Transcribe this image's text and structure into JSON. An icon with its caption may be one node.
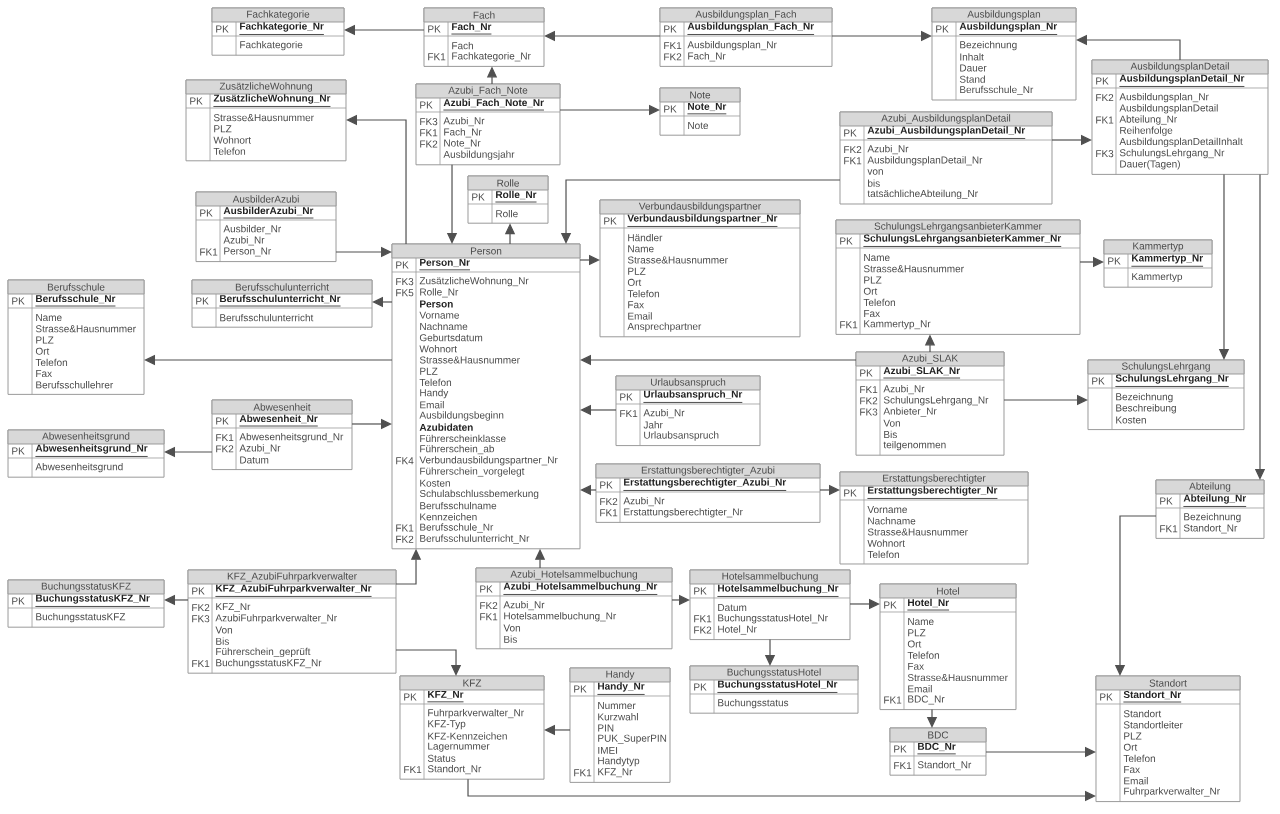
{
  "diagram": {
    "nodes": [
      {
        "text": [
          "Fachkategorie",
          "PK",
          "Fachkategorie_Nr",
          "Fachkategorie"
        ]
      },
      {
        "text": [
          "Fach",
          "PK",
          "Fach_Nr",
          "Fach",
          "FK1",
          "Fachkategorie_Nr"
        ]
      },
      {
        "text": [
          "Ausbildungsplan_Fach",
          "PK",
          "Ausbildungsplan_Fach_Nr",
          "FK1",
          "Ausbildungsplan_Nr",
          "FK2",
          "Fach_Nr"
        ]
      },
      {
        "text": [
          "Ausbildungsplan",
          "PK",
          "Ausbildungsplan_Nr",
          "Bezeichnung",
          "Inhalt",
          "Dauer",
          "Stand",
          "Berufsschule_Nr"
        ]
      },
      {
        "text": [
          "Azubi_Fach_Note",
          "PK",
          "Azubi_Fach_Note_Nr",
          "FK3",
          "Azubi_Nr",
          "FK1",
          "Fach_Nr",
          "FK2",
          "Note_Nr",
          "Ausbildungsjahr"
        ]
      },
      {
        "text": [
          "Note",
          "PK",
          "Note_Nr",
          "Note"
        ]
      },
      {
        "text": [
          "Azubi_AusbildungsplanDetail",
          "PK",
          "Azubi_AusbildungsplanDetail_Nr",
          "FK2",
          "Azubi_Nr",
          "FK1",
          "AusbildungsplanDetail_Nr",
          "von",
          "bis",
          "tatsächlicheAbteilung_Nr"
        ]
      },
      {
        "text": [
          "AusbildungsplanDetail",
          "PK",
          "AusbildungsplanDetail_Nr",
          "FK2",
          "Ausbildungsplan_Nr",
          "AusbildungsplanDetail",
          "FK1",
          "Abteilung_Nr",
          "Reihenfolge",
          "AusbildungsplanDetailInhalt",
          "FK3",
          "SchulungsLehrgang_Nr",
          "Dauer(Tagen)"
        ]
      },
      {
        "text": [
          "ZusätzlicheWohnung",
          "PK",
          "ZusätzlicheWohnung_Nr",
          "Strasse&Hausnummer",
          "PLZ",
          "Wohnort",
          "Telefon"
        ]
      },
      {
        "text": [
          "Rolle",
          "PK",
          "Rolle_Nr",
          "Rolle"
        ]
      },
      {
        "text": [
          "SchulungsLehrgangsanbieterKammer",
          "PK",
          "SchulungsLehrgangsanbieterKammer_Nr",
          "Name",
          "Strasse&Hausnummer",
          "PLZ",
          "Ort",
          "Telefon",
          "Fax",
          "FK1",
          "Kammertyp_Nr"
        ]
      },
      {
        "text": [
          "Kammertyp",
          "PK",
          "Kammertyp_Nr",
          "Kammertyp"
        ]
      },
      {
        "text": [
          "Verbundausbildungspartner",
          "PK",
          "Verbundausbildungspartner_Nr",
          "Händler",
          "Name",
          "Strasse&Hausnummer",
          "PLZ",
          "Ort",
          "Telefon",
          "Fax",
          "Email",
          "Ansprechpartner"
        ]
      },
      {
        "text": [
          "AusbilderAzubi",
          "PK",
          "AusbilderAzubi_Nr",
          "Ausbilder_Nr",
          "Azubi_Nr",
          "FK1",
          "Person_Nr"
        ]
      },
      {
        "text": [
          "Person",
          "PK",
          "Person_Nr",
          "FK3",
          "ZusätzlicheWohnung_Nr",
          "FK5",
          "Rolle_Nr",
          "Person",
          "Vorname",
          "Nachname",
          "Geburtsdatum",
          "Wohnort",
          "Strasse&Hausnummer",
          "PLZ",
          "Telefon",
          "Handy",
          "Email",
          "Ausbildungsbeginn",
          "Azubidaten",
          "Führerscheinklasse",
          "Führerschein_ab",
          "FK4",
          "Verbundausbildungspartner_Nr",
          "Führerschein_vorgelegt",
          "Kosten",
          "Schulabschlussbemerkung",
          "Berufsschulname",
          "Kennzeichen",
          "FK1",
          "Berufsschule_Nr",
          "FK2",
          "Berufsschulunterricht_Nr"
        ]
      },
      {
        "text": [
          "Azubi_SLAK",
          "PK",
          "Azubi_SLAK_Nr",
          "FK1",
          "Azubi_Nr",
          "FK2",
          "SchulungsLehrgang_Nr",
          "FK3",
          "Anbieter_Nr",
          "Von",
          "Bis",
          "teilgenommen"
        ]
      },
      {
        "text": [
          "Berufsschulunterricht",
          "PK",
          "Berufsschulunterricht_Nr",
          "Berufsschulunterricht"
        ]
      },
      {
        "text": [
          "SchulungsLehrgang",
          "PK",
          "SchulungsLehrgang_Nr",
          "Bezeichnung",
          "Beschreibung",
          "Kosten"
        ]
      },
      {
        "text": [
          "Berufsschule",
          "PK",
          "Berufsschule_Nr",
          "Name",
          "Strasse&Hausnummer",
          "PLZ",
          "Ort",
          "Telefon",
          "Fax",
          "Berufsschullehrer"
        ]
      },
      {
        "text": [
          "Urlaubsanspruch",
          "PK",
          "Urlaubsanspruch_Nr",
          "FK1",
          "Azubi_Nr",
          "Jahr",
          "Urlaubsanspruch"
        ]
      },
      {
        "text": [
          "Abteilung",
          "PK",
          "Abteilung_Nr",
          "Bezeichnung",
          "FK1",
          "Standort_Nr"
        ]
      },
      {
        "text": [
          "Erstattungsberechtigter",
          "PK",
          "Erstattungsberechtigter_Nr",
          "Vorname",
          "Nachname",
          "Strasse&Hausnummer",
          "Wohnort",
          "Telefon"
        ]
      },
      {
        "text": [
          "Abwesenheit",
          "PK",
          "Abwesenheit_Nr",
          "FK1",
          "Abwesenheitsgrund_Nr",
          "FK2",
          "Azubi_Nr",
          "Datum"
        ]
      },
      {
        "text": [
          "Erstattungsberechtigter_Azubi",
          "PK",
          "Erstattungsberechtigter_Azubi_Nr",
          "FK2",
          "Azubi_Nr",
          "FK1",
          "Erstattungsberechtigter_Nr"
        ]
      },
      {
        "text": [
          "Abwesenheitsgrund",
          "PK",
          "Abwesenheitsgrund_Nr",
          "Abwesenheitsgrund"
        ]
      },
      {
        "text": [
          "Hotel",
          "PK",
          "Hotel_Nr",
          "Name",
          "PLZ",
          "Ort",
          "Telefon",
          "Fax",
          "Strasse&Hausnummer",
          "Email",
          "FK1",
          "BDC_Nr"
        ]
      },
      {
        "text": [
          "KFZ_AzubiFuhrparkverwalter",
          "PK",
          "KFZ_AzubiFuhrparkverwalter_Nr",
          "FK2",
          "KFZ_Nr",
          "FK3",
          "AzubiFuhrparkverwalter_Nr",
          "Von",
          "Bis",
          "Führerschein_geprüft",
          "FK1",
          "BuchungsstatusKFZ_Nr"
        ]
      },
      {
        "text": [
          "Hotelsammelbuchung",
          "PK",
          "Hotelsammelbuchung_Nr",
          "Datum",
          "FK1",
          "BuchungsstatusHotel_Nr",
          "FK2",
          "Hotel_Nr"
        ]
      },
      {
        "text": [
          "Azubi_Hotelsammelbuchung",
          "PK",
          "Azubi_Hotelsammelbuchung_Nr",
          "FK2",
          "Azubi_Nr",
          "FK1",
          "Hotelsammelbuchung_Nr",
          "Von",
          "Bis"
        ]
      },
      {
        "text": [
          "BuchungsstatusKFZ",
          "PK",
          "BuchungsstatusKFZ_Nr",
          "BuchungsstatusKFZ"
        ]
      },
      {
        "text": [
          "BuchungsstatusHotel",
          "PK",
          "BuchungsstatusHotel_Nr",
          "Buchungsstatus"
        ]
      },
      {
        "text": [
          "KFZ",
          "PK",
          "KFZ_Nr",
          "Fuhrparkverwalter_Nr",
          "KFZ-Typ",
          "KFZ-Kennzeichen",
          "Lagernummer",
          "Status",
          "FK1",
          "Standort_Nr"
        ]
      },
      {
        "text": [
          "Handy",
          "PK",
          "Handy_Nr",
          "Nummer",
          "Kurzwahl",
          "PIN",
          "PUK_SuperPIN",
          "IMEI",
          "Handytyp",
          "FK1",
          "KFZ_Nr"
        ]
      },
      {
        "text": [
          "BDC",
          "PK",
          "BDC_Nr",
          "FK1",
          "Standort_Nr"
        ]
      },
      {
        "text": [
          "Standort",
          "PK",
          "Standort_Nr",
          "Standort",
          "Standortleiter",
          "PLZ",
          "Ort",
          "Telefon",
          "Fax",
          "Email",
          "Fuhrparkverwalter_Nr"
        ]
      }
    ],
    "edges": [
      {
        "from": 1,
        "to": 0,
        "arrow": "to"
      },
      {
        "from": 2,
        "to": 1,
        "arrow": "to"
      },
      {
        "from": 2,
        "to": 3,
        "arrow": "to"
      },
      {
        "from": 4,
        "to": 1,
        "arrow": "to"
      },
      {
        "from": 4,
        "to": 5,
        "arrow": "to"
      },
      {
        "from": 4,
        "to": 14,
        "arrow": "to"
      },
      {
        "from": 14,
        "to": 9,
        "arrow": "to"
      },
      {
        "from": 6,
        "to": 14,
        "arrow": "to"
      },
      {
        "from": 6,
        "to": 7,
        "arrow": "to"
      },
      {
        "from": 7,
        "to": 3,
        "arrow": "to"
      },
      {
        "from": 7,
        "to": 17,
        "arrow": "to"
      },
      {
        "from": 7,
        "to": 20,
        "arrow": "to"
      },
      {
        "from": 14,
        "to": 8,
        "arrow": "to"
      },
      {
        "from": 13,
        "to": 14,
        "arrow": "to"
      },
      {
        "from": 14,
        "to": 16,
        "arrow": "to"
      },
      {
        "from": 14,
        "to": 18,
        "arrow": "to"
      },
      {
        "from": 14,
        "to": 12,
        "arrow": "to"
      },
      {
        "from": 19,
        "to": 14,
        "arrow": "to"
      },
      {
        "from": 15,
        "to": 14,
        "arrow": "to"
      },
      {
        "from": 15,
        "to": 10,
        "arrow": "to"
      },
      {
        "from": 15,
        "to": 17,
        "arrow": "to"
      },
      {
        "from": 10,
        "to": 11,
        "arrow": "to"
      },
      {
        "from": 22,
        "to": 14,
        "arrow": "to"
      },
      {
        "from": 22,
        "to": 24,
        "arrow": "to"
      },
      {
        "from": 23,
        "to": 14,
        "arrow": "to"
      },
      {
        "from": 23,
        "to": 21,
        "arrow": "to"
      },
      {
        "from": 28,
        "to": 14,
        "arrow": "to"
      },
      {
        "from": 28,
        "to": 27,
        "arrow": "to"
      },
      {
        "from": 27,
        "to": 30,
        "arrow": "to"
      },
      {
        "from": 27,
        "to": 25,
        "arrow": "to"
      },
      {
        "from": 25,
        "to": 33,
        "arrow": "to"
      },
      {
        "from": 33,
        "to": 34,
        "arrow": "to"
      },
      {
        "from": 20,
        "to": 34,
        "arrow": "to"
      },
      {
        "from": 31,
        "to": 34,
        "arrow": "to"
      },
      {
        "from": 32,
        "to": 31,
        "arrow": "to"
      },
      {
        "from": 26,
        "to": 29,
        "arrow": "to"
      },
      {
        "from": 26,
        "to": 14,
        "arrow": "to"
      },
      {
        "from": 26,
        "to": 31,
        "arrow": "to"
      }
    ]
  }
}
